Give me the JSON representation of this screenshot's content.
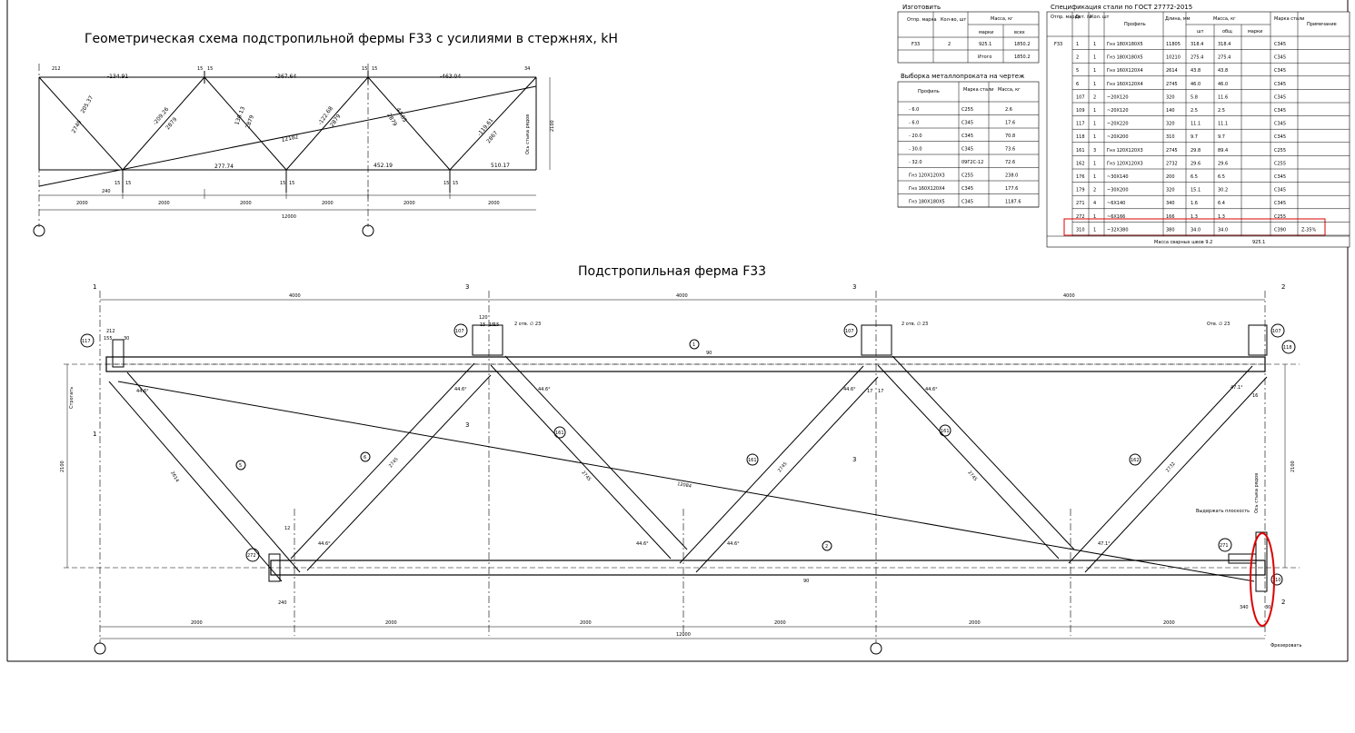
{
  "schema_title": "Геометрическая схема подстропильной фермы F33 с усилиями в стержнях, kH",
  "truss_title": "Подстропильная ферма F33",
  "schema": {
    "top_forces": [
      "-134.91",
      "-367.64",
      "-463.04"
    ],
    "bottom_forces": [
      "277.74",
      "452.19",
      "510.17"
    ],
    "diag_forces": [
      "205.37",
      "-209.26",
      "130.13",
      "-122.68",
      "44.05",
      "-119.61"
    ],
    "diag_lengths": [
      "2749",
      "2879",
      "2879",
      "2879",
      "2879",
      "2867"
    ],
    "long_brace": "12182",
    "spans": [
      "2000",
      "2000",
      "2000",
      "2000",
      "2000",
      "2000"
    ],
    "total": "12000",
    "height": "2100",
    "dims_small": [
      "212",
      "15",
      "15",
      "15",
      "15",
      "34",
      "240",
      "15",
      "15",
      "15",
      "15",
      "15",
      "15"
    ],
    "axis_note": "Ось стыка рядов"
  },
  "izo_table": {
    "title": "Изготовить",
    "headers": [
      "Отпр. марка",
      "Кол-во, шт",
      "Масса, кг",
      "марки",
      "всех"
    ],
    "row": [
      "F33",
      "2",
      "925.1",
      "1850.2"
    ],
    "total_label": "Итого",
    "total": "1850.2"
  },
  "vyb_table": {
    "title": "Выборка металлопроката на чертеж",
    "headers": [
      "Профиль",
      "Марка стали",
      "Масса, кг"
    ],
    "rows": [
      [
        "- 6.0",
        "С255",
        "2.6"
      ],
      [
        "- 6.0",
        "С345",
        "17.6"
      ],
      [
        "- 20.0",
        "С345",
        "70.8"
      ],
      [
        "- 30.0",
        "С345",
        "73.6"
      ],
      [
        "- 32.0",
        "09Г2С-12",
        "72.6"
      ],
      [
        "Гнз 120Х120Х3",
        "С255",
        "238.0"
      ],
      [
        "Гнз 160Х120Х4",
        "С345",
        "177.6"
      ],
      [
        "Гнз 180Х180Х5",
        "С345",
        "1187.6"
      ]
    ]
  },
  "spec_table": {
    "title": "Спецификация стали по ГОСТ 27772-2015",
    "headers": [
      "Отпр. марка",
      "Дет. №",
      "Кол. шт",
      "Профиль",
      "Длина, мм",
      "Масса, кг",
      "шт",
      "общ",
      "марки",
      "Марка стали",
      "Примечание"
    ],
    "mark": "F33",
    "rows": [
      [
        "1",
        "1",
        "Гнз 180Х180Х5",
        "11805",
        "318.4",
        "318.4",
        "С345",
        ""
      ],
      [
        "2",
        "1",
        "Гнз 180Х180Х5",
        "10210",
        "275.4",
        "275.4",
        "С345",
        ""
      ],
      [
        "5",
        "1",
        "Гнз 160Х120Х4",
        "2614",
        "43.8",
        "43.8",
        "С345",
        ""
      ],
      [
        "6",
        "1",
        "Гнз 160Х120Х4",
        "2745",
        "46.0",
        "46.0",
        "С345",
        ""
      ],
      [
        "107",
        "2",
        "~20Х120",
        "320",
        "5.8",
        "11.6",
        "С345",
        ""
      ],
      [
        "109",
        "1",
        "~20Х120",
        "140",
        "2.5",
        "2.5",
        "С345",
        ""
      ],
      [
        "117",
        "1",
        "~20Х220",
        "320",
        "11.1",
        "11.1",
        "С345",
        ""
      ],
      [
        "118",
        "1",
        "~20Х200",
        "310",
        "9.7",
        "9.7",
        "С345",
        ""
      ],
      [
        "161",
        "3",
        "Гнз 120Х120Х3",
        "2745",
        "29.8",
        "89.4",
        "С255",
        ""
      ],
      [
        "162",
        "1",
        "Гнз 120Х120Х3",
        "2732",
        "29.6",
        "29.6",
        "С255",
        ""
      ],
      [
        "176",
        "1",
        "~30Х140",
        "200",
        "6.5",
        "6.5",
        "С345",
        ""
      ],
      [
        "179",
        "2",
        "~30Х200",
        "320",
        "15.1",
        "30.2",
        "С345",
        ""
      ],
      [
        "271",
        "4",
        "~6Х140",
        "340",
        "1.6",
        "6.4",
        "С345",
        ""
      ],
      [
        "272",
        "1",
        "~6Х166",
        "166",
        "1.3",
        "1.3",
        "С255",
        ""
      ],
      [
        "310",
        "1",
        "~32Х380",
        "380",
        "34.0",
        "34.0",
        "С390",
        "Z-35%"
      ]
    ],
    "weld_label": "Масса сварных швов 9.2",
    "mark_total": "925.1"
  },
  "truss": {
    "panel_dims": [
      "4000",
      "4000",
      "4000"
    ],
    "bottom_dims": [
      "2000",
      "2000",
      "2000",
      "2000",
      "2000",
      "2000"
    ],
    "total": "12000",
    "height": "2100",
    "diag_lengths": [
      "2614",
      "2745",
      "2745",
      "2745",
      "2745",
      "2732"
    ],
    "long_brace": "12084",
    "hole_labels": [
      "2 отв. ∅ 23",
      "2 отв. ∅ 23",
      "Отв. ∅ 23"
    ],
    "section_marks": [
      "1",
      "3",
      "3",
      "2",
      "1",
      "3",
      "3",
      "2"
    ],
    "callouts": [
      "117",
      "107",
      "107",
      "107",
      "118",
      "5",
      "6",
      "161",
      "161",
      "161",
      "162",
      "272",
      "271",
      "310",
      "1",
      "2"
    ],
    "notes": [
      "Строгать",
      "Выдержать плоскость",
      "Фрезеровать",
      "Ось стыка рядов"
    ],
    "small_dims": [
      "212",
      "155",
      "30",
      "120",
      "15",
      "15",
      "15",
      "16",
      "17",
      "17",
      "12",
      "240",
      "340",
      "30",
      "90",
      "90"
    ],
    "angles": [
      "44.6°",
      "44.6°",
      "44.6°",
      "44.6°",
      "47.1°",
      "44.6°",
      "44.6°",
      "44.6°",
      "44.6°",
      "47.1°"
    ]
  }
}
